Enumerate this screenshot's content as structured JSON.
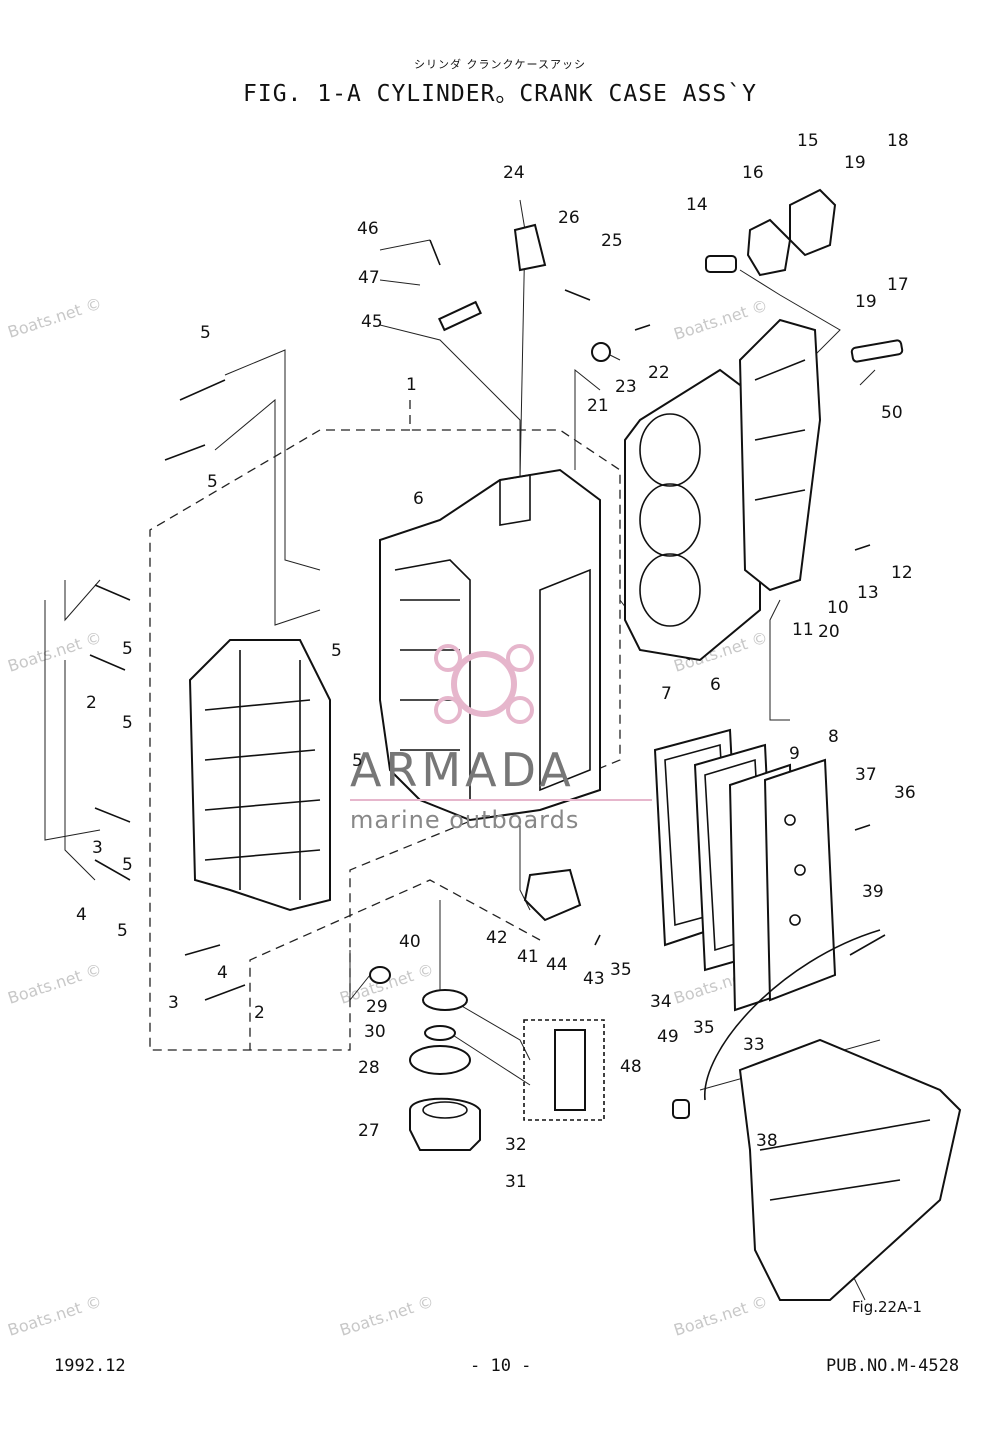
{
  "header": {
    "japanese": "シリンダ クランクケースアッシ",
    "title": "FIG.  1-A CYLINDER。CRANK CASE ASS`Y"
  },
  "callouts": [
    "1",
    "2",
    "2",
    "3",
    "3",
    "4",
    "4",
    "5",
    "5",
    "5",
    "5",
    "5",
    "5",
    "5",
    "5",
    "6",
    "6",
    "7",
    "8",
    "9",
    "10",
    "11",
    "12",
    "13",
    "14",
    "15",
    "16",
    "17",
    "18",
    "19",
    "19",
    "20",
    "21",
    "22",
    "23",
    "24",
    "25",
    "26",
    "27",
    "28",
    "29",
    "30",
    "31",
    "32",
    "33",
    "34",
    "35",
    "35",
    "36",
    "37",
    "38",
    "39",
    "40",
    "41",
    "42",
    "43",
    "44",
    "45",
    "46",
    "47",
    "48",
    "49",
    "50"
  ],
  "reference": "Fig.22A-1",
  "watermarks": {
    "site": "Boats.net ©",
    "brand": "ARMADA",
    "brand_sub": "marine outboards"
  },
  "footer": {
    "date": "1992.12",
    "page": "- 10 -",
    "pub": "PUB.NO.M-4528"
  }
}
